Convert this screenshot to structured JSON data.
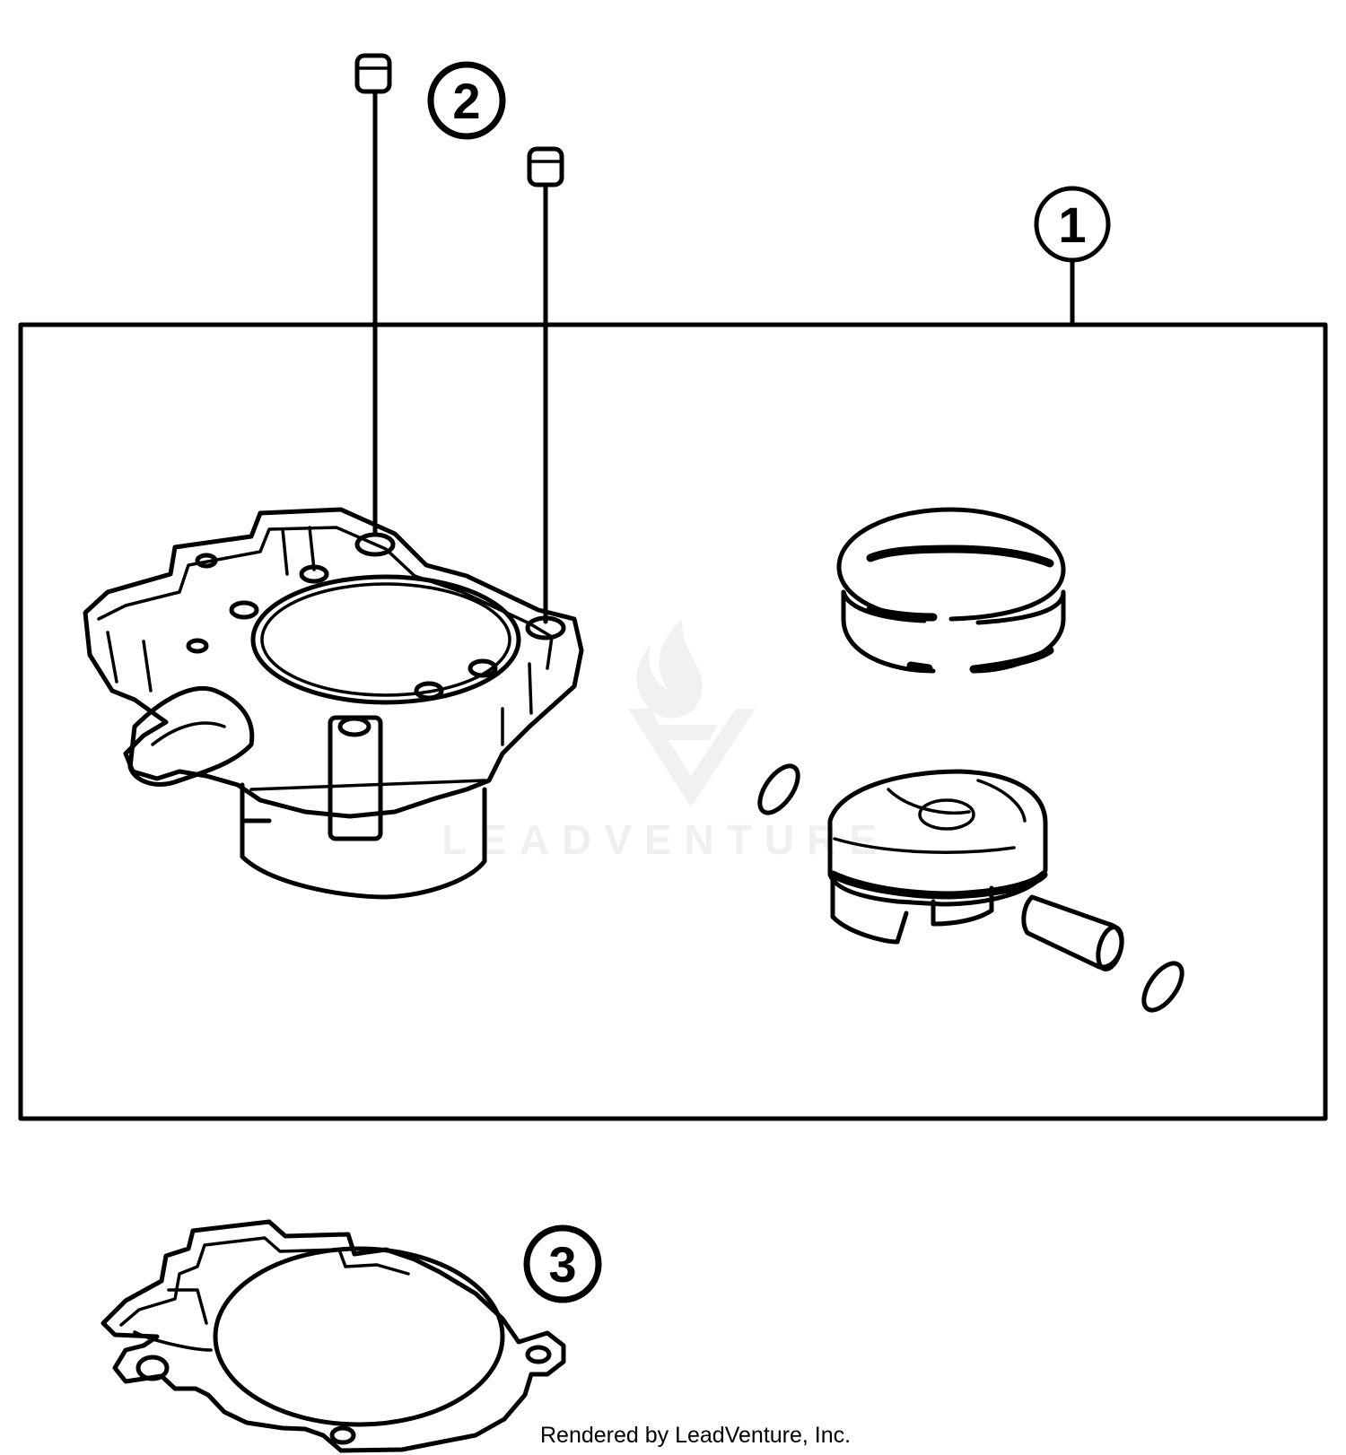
{
  "callouts": [
    {
      "id": "callout-1",
      "label": "1"
    },
    {
      "id": "callout-2",
      "label": "2"
    },
    {
      "id": "callout-3",
      "label": "3"
    }
  ],
  "watermark": {
    "text": "LEADVENTURE"
  },
  "footer": {
    "text": "Rendered by LeadVenture, Inc."
  }
}
